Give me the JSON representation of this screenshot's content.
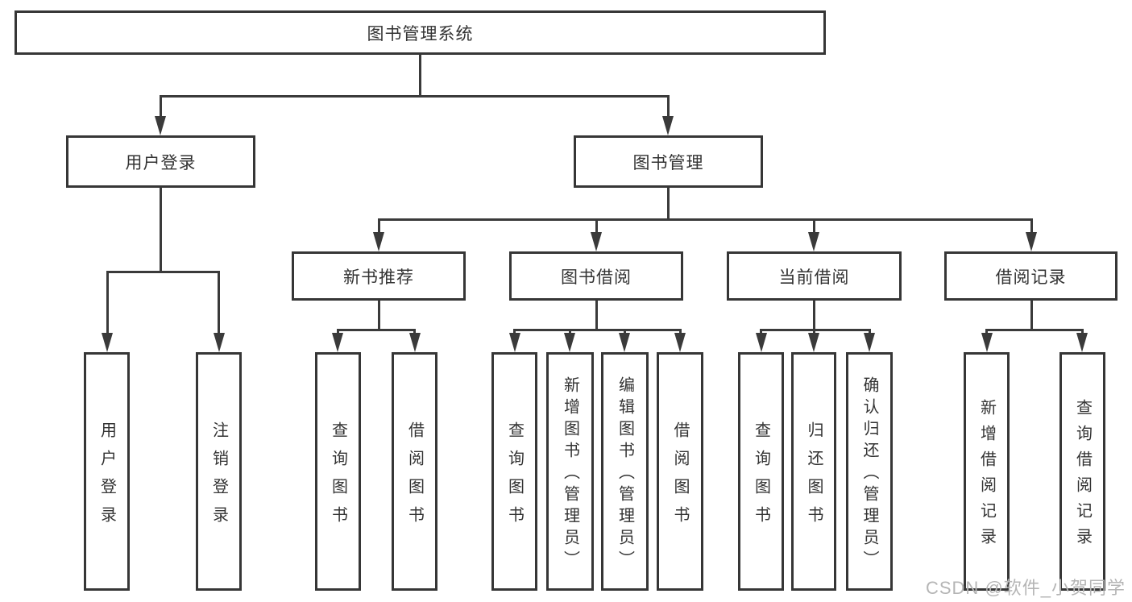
{
  "title": {
    "label": "图书管理系统"
  },
  "level2": {
    "user_login": {
      "label": "用户登录"
    },
    "book_management": {
      "label": "图书管理"
    }
  },
  "level3": {
    "new_book_recommend": {
      "label": "新书推荐"
    },
    "book_borrow": {
      "label": "图书借阅"
    },
    "current_borrow": {
      "label": "当前借阅"
    },
    "borrow_records": {
      "label": "借阅记录"
    }
  },
  "leaves": {
    "user": [
      "用户登录",
      "注销登录"
    ],
    "recommend": [
      "查询图书",
      "借阅图书"
    ],
    "borrow": [
      "查询图书",
      "新增图书（管理员）",
      "编辑图书（管理员）",
      "借阅图书"
    ],
    "current": [
      "查询图书",
      "归还图书",
      "确认归还（管理员）"
    ],
    "records": [
      "新增借阅记录",
      "查询借阅记录"
    ]
  },
  "watermark": {
    "text": "CSDN @软件_小贺同学"
  },
  "colors": {
    "line": "#3a3a3a",
    "box_border": "#363636",
    "text": "#333333",
    "watermark": "#b5b5b5",
    "background": "#ffffff"
  }
}
